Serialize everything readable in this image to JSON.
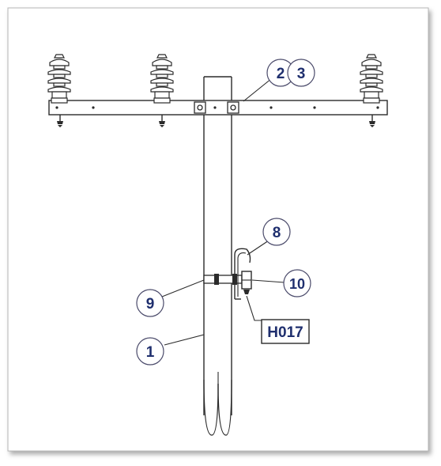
{
  "callouts": {
    "c1": "1",
    "c2": "2",
    "c3": "3",
    "c8": "8",
    "c9": "9",
    "c10": "10"
  },
  "tag": {
    "label": "H017"
  },
  "colors": {
    "line": "#2b2b2b",
    "callout_text": "#1f2f6e",
    "callout_stroke": "#4a4a6a",
    "frame_shadow": "#9a9a9a"
  }
}
